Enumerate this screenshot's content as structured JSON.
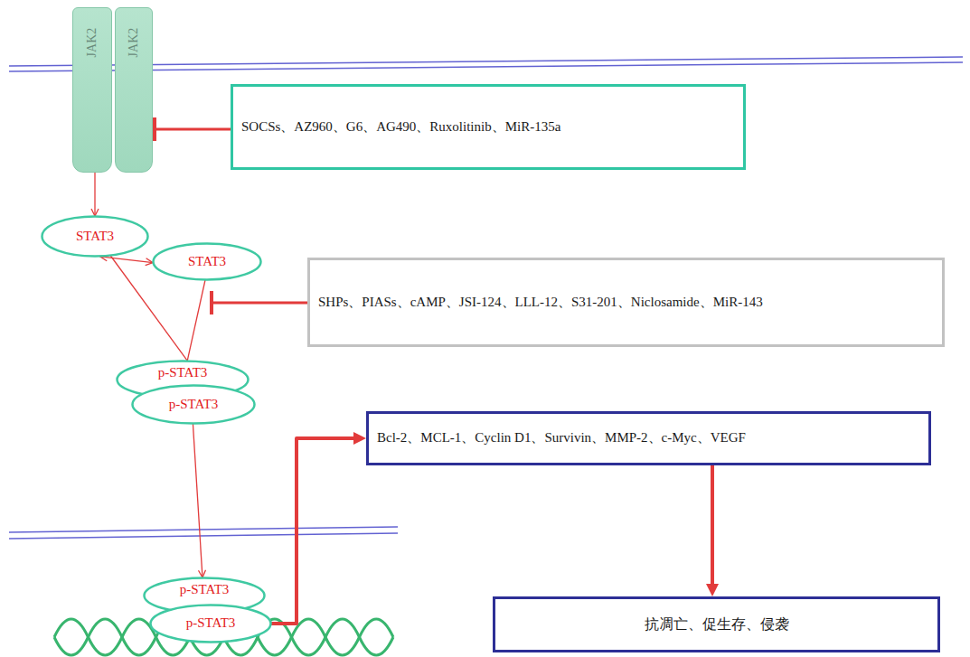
{
  "diagram": {
    "nodes": [
      {
        "text": [
          "JAK2"
        ]
      },
      {
        "text": [
          "JAK2"
        ]
      },
      {
        "text": [
          "SOCSs、AZ960、G6、AG490、Ruxolitinib、MiR-135a"
        ]
      },
      {
        "text": [
          "STAT3"
        ]
      },
      {
        "text": [
          "STAT3"
        ]
      },
      {
        "text": [
          "SHPs、PIASs、cAMP、JSI-124、LLL-12、S31-201、Niclosamide、MiR-143"
        ]
      },
      {
        "text": [
          "p-STAT3"
        ]
      },
      {
        "text": [
          "p-STAT3"
        ]
      },
      {
        "text": [
          "Bcl-2、MCL-1、Cyclin D1、Survivin、MMP-2、c-Myc、VEGF"
        ]
      },
      {
        "text": [
          "p-STAT3"
        ]
      },
      {
        "text": [
          "p-STAT3"
        ]
      },
      {
        "text": [
          "抗凋亡、促生存、侵袭"
        ]
      }
    ],
    "edges": [
      {
        "from": 2,
        "to": 1,
        "arrow": "to"
      },
      {
        "from": 0,
        "to": 3,
        "arrow": "to"
      },
      {
        "from": 3,
        "to": 4,
        "arrow": "both"
      },
      {
        "from": 3,
        "to": 6,
        "arrow": "none"
      },
      {
        "from": 4,
        "to": 6,
        "arrow": "none"
      },
      {
        "from": 7,
        "to": 9,
        "arrow": "to"
      },
      {
        "from": 10,
        "to": 8,
        "arrow": "to"
      },
      {
        "from": 8,
        "to": 11,
        "arrow": "to"
      }
    ]
  }
}
